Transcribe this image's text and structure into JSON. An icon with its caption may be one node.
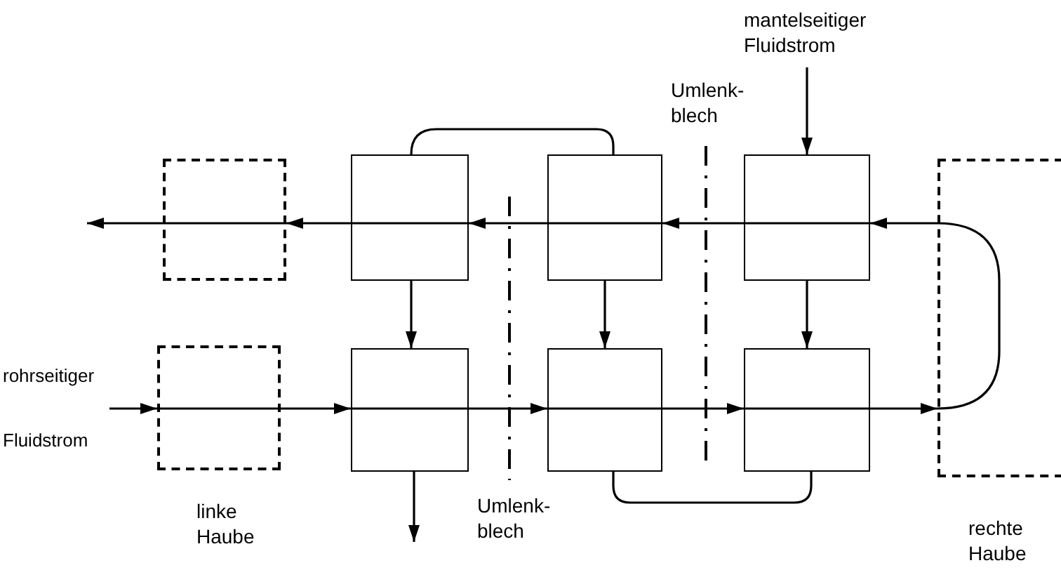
{
  "diagram": {
    "nodes": [
      {
        "text": [
          "mantelseitiger Fluidstrom"
        ]
      },
      {
        "text": [],
        "shape": "box"
      },
      {
        "text": [],
        "shape": "box"
      },
      {
        "text": [],
        "shape": "box"
      },
      {
        "text": [],
        "shape": "box"
      },
      {
        "text": [],
        "shape": "box"
      },
      {
        "text": [
          "rohrseitiger",
          "Fluidstrom"
        ]
      },
      {
        "text": [],
        "shape": "box"
      },
      {
        "text": [],
        "shape": "box"
      },
      {
        "text": [],
        "shape": "box"
      },
      {
        "text": [],
        "shape": "box"
      }
    ],
    "edges": [
      {
        "from": 6,
        "to": 7,
        "arrow": "to"
      },
      {
        "from": 7,
        "to": 8,
        "arrow": "to"
      },
      {
        "from": 8,
        "to": 9,
        "arrow": "to"
      },
      {
        "from": 9,
        "to": 10,
        "arrow": "to"
      },
      {
        "from": 10,
        "to": 5,
        "arrow": "to"
      },
      {
        "from": 5,
        "to": 4,
        "arrow": "to"
      },
      {
        "from": 4,
        "to": 3,
        "arrow": "to"
      },
      {
        "from": 3,
        "to": 2,
        "arrow": "to"
      },
      {
        "from": 2,
        "to": 1,
        "arrow": "to"
      },
      {
        "from": 1,
        "to": null,
        "arrow": "to"
      },
      {
        "from": 0,
        "to": 4,
        "arrow": "to"
      },
      {
        "from": 4,
        "to": 10,
        "arrow": "to"
      },
      {
        "from": 10,
        "to": 9,
        "arrow": "none"
      },
      {
        "from": 3,
        "to": 9,
        "arrow": "to"
      },
      {
        "from": 2,
        "to": 3,
        "arrow": "none"
      },
      {
        "from": 2,
        "to": 8,
        "arrow": "to"
      },
      {
        "from": 8,
        "to": null,
        "arrow": "to"
      }
    ],
    "labels": [
      "Umlenk- blech",
      "linke Haube",
      "Umlenk- blech",
      "rechte Haube"
    ]
  }
}
